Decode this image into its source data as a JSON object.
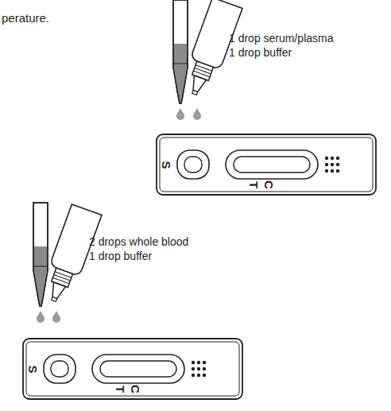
{
  "diagram": {
    "nodes": [
      {
        "text": [
          "S",
          "T",
          "C"
        ]
      },
      {
        "text": [
          "S",
          "T",
          "C"
        ]
      }
    ],
    "labels": [
      "perature.",
      "1 drop serum/plasma",
      "1 drop buffer",
      "2 drops whole blood",
      "1 drop buffer"
    ]
  }
}
